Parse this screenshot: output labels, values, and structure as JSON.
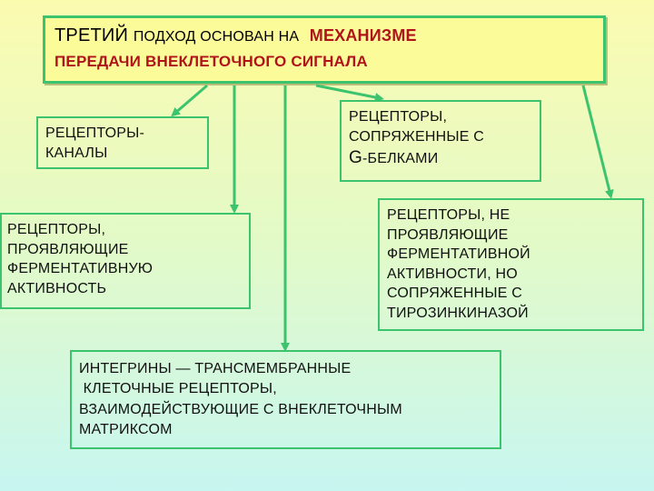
{
  "header": {
    "title_plain": "Третий",
    "title_small": "подход основан на",
    "title_accent": "механизме",
    "title_line2": "передачи внеклеточного сигнала"
  },
  "boxes": {
    "ion_channels": {
      "line1": "Рецепторы-",
      "line2": "каналы"
    },
    "g_protein": {
      "line1": "Рецепторы,",
      "line2": "сопряженные с",
      "g": "G",
      "line3_rest": "-белками"
    },
    "enzymatic": {
      "line1": "Рецепторы,",
      "line2": "проявляющие",
      "line3": "ферментативную",
      "line4": "активность"
    },
    "tyrosine_kinase": {
      "line1": "Рецепторы, не",
      "line2": "проявляющие",
      "line3": "ферментативной",
      "line4": "активности, но",
      "line5": "сопряженные с",
      "line6": "тирозинкиназой"
    },
    "integrins": {
      "line1": "Интегрины — трансмембранные",
      "line2": " клеточные рецепторы,",
      "line3": "взаимодействующие с внеклеточным",
      "line4": "матриксом"
    }
  },
  "colors": {
    "arrow": "#3cc36e",
    "border": "#3cc36e",
    "accent": "#b0141a"
  }
}
